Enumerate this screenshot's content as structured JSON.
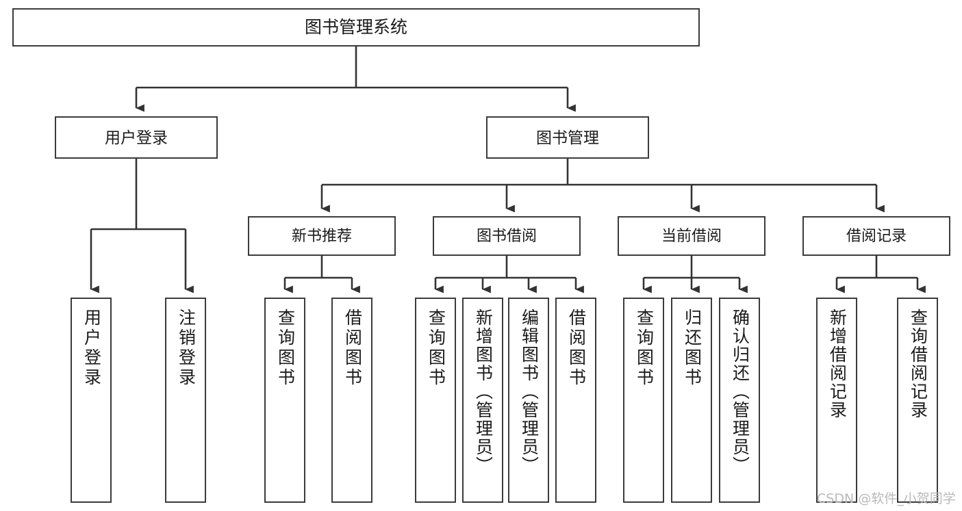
{
  "diagram": {
    "title": "图书管理系统",
    "type": "hierarchy-tree",
    "levels": 4,
    "colors": {
      "box_border": "#3b3b3b",
      "box_fill": "#ffffff",
      "connector": "#333333",
      "text": "#1a1a1a",
      "watermark": "#b9b9b9"
    },
    "root": {
      "label": "图书管理系统"
    },
    "level2": [
      {
        "label": "用户登录"
      },
      {
        "label": "图书管理"
      }
    ],
    "level3": [
      {
        "label": "新书推荐"
      },
      {
        "label": "图书借阅"
      },
      {
        "label": "当前借阅"
      },
      {
        "label": "借阅记录"
      }
    ],
    "leaves": {
      "user_login": [
        {
          "label": "用户登录"
        },
        {
          "label": "注销登录"
        }
      ],
      "new_book_recommend": [
        {
          "label": "查询图书"
        },
        {
          "label": "借阅图书"
        }
      ],
      "book_borrow": [
        {
          "label": "查询图书"
        },
        {
          "label": "新增图书（管理员）"
        },
        {
          "label": "编辑图书（管理员）"
        },
        {
          "label": "借阅图书"
        }
      ],
      "current_borrow": [
        {
          "label": "查询图书"
        },
        {
          "label": "归还图书"
        },
        {
          "label": "确认归还（管理员）"
        }
      ],
      "borrow_record": [
        {
          "label": "新增借阅记录"
        },
        {
          "label": "查询借阅记录"
        }
      ]
    }
  },
  "watermark": {
    "text": "CSDN @软件_小贺同学"
  }
}
